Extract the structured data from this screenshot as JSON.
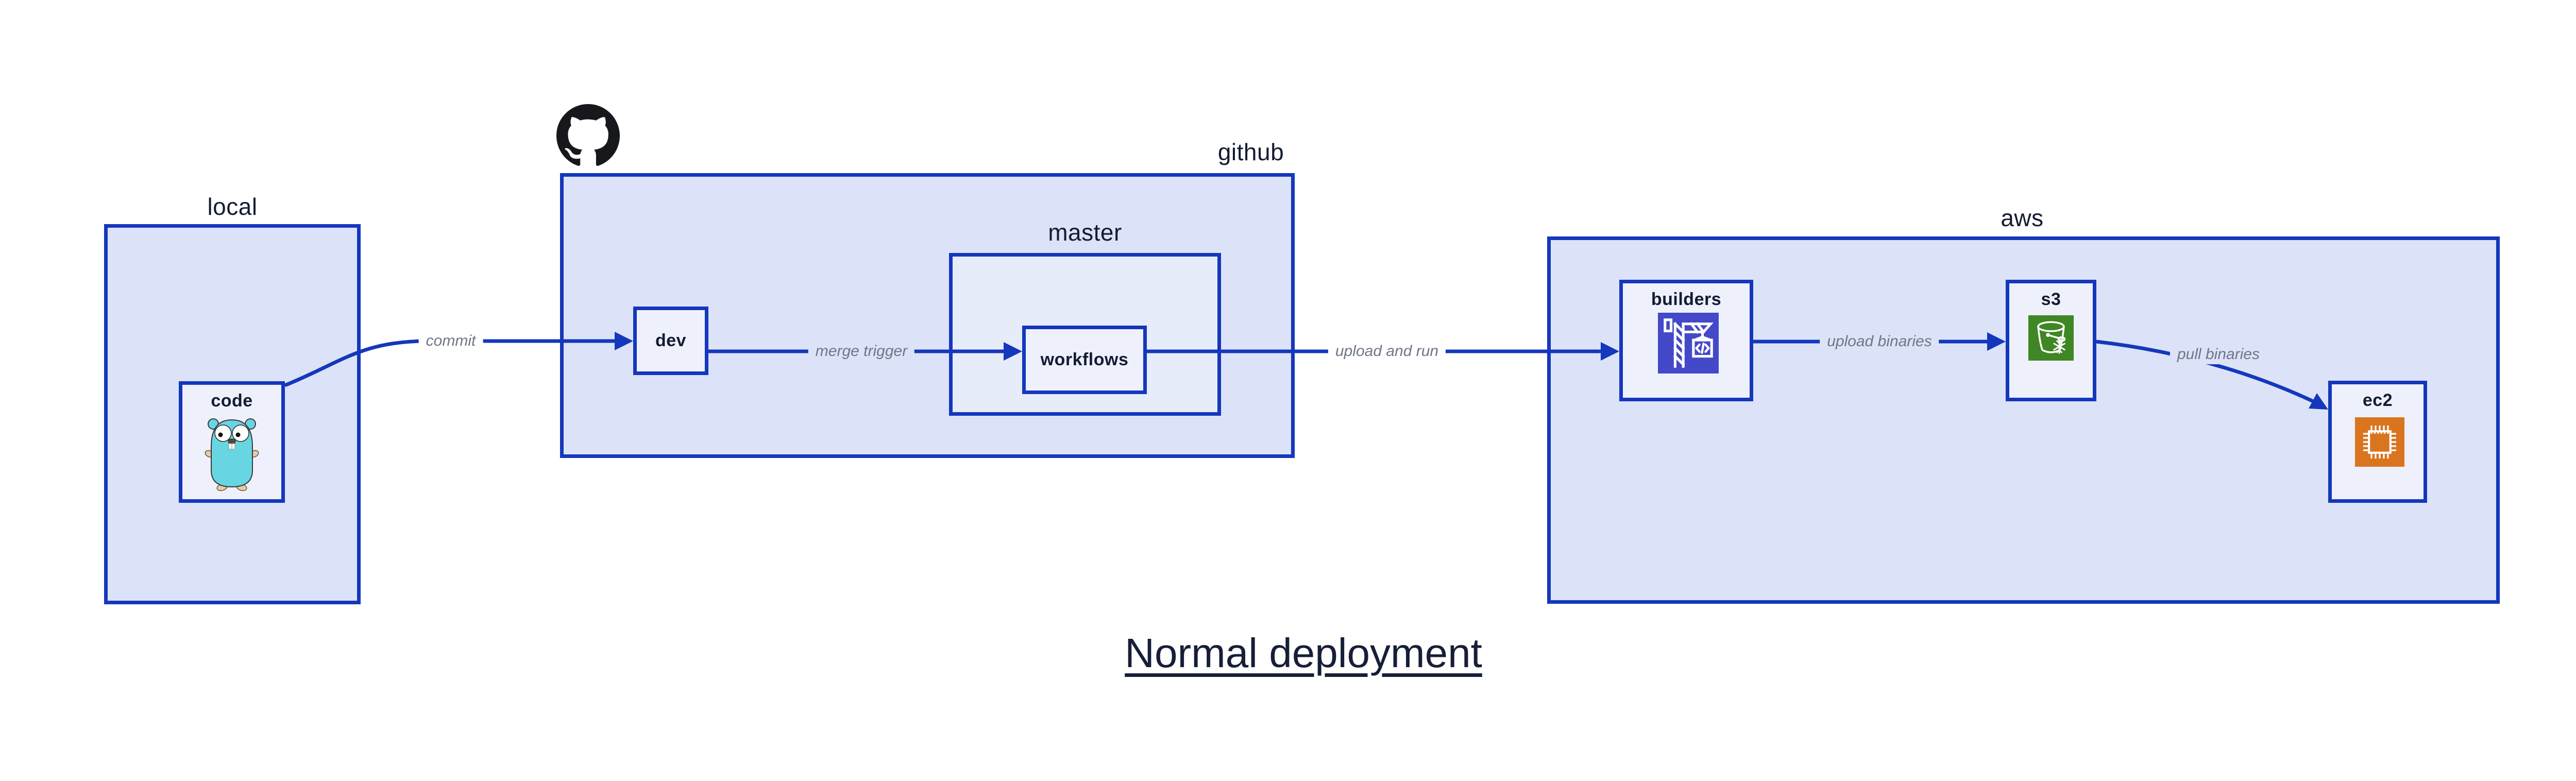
{
  "title": {
    "text": "Normal deployment"
  },
  "containers": {
    "local": {
      "label": "local"
    },
    "github": {
      "label": "github"
    },
    "master": {
      "label": "master"
    },
    "aws": {
      "label": "aws"
    }
  },
  "nodes": {
    "code": {
      "label": "code",
      "icon": "go-gopher-icon"
    },
    "dev": {
      "label": "dev"
    },
    "workflows": {
      "label": "workflows"
    },
    "builders": {
      "label": "builders",
      "icon": "crane-codebuild-icon"
    },
    "s3": {
      "label": "s3",
      "icon": "s3-bucket-icon"
    },
    "ec2": {
      "label": "ec2",
      "icon": "ec2-chip-icon"
    }
  },
  "edges": {
    "commit": {
      "label": "commit",
      "from": "code",
      "to": "dev"
    },
    "merge_trigger": {
      "label": "merge trigger",
      "from": "dev",
      "to": "workflows"
    },
    "upload_and_run": {
      "label": "upload and run",
      "from": "workflows",
      "to": "builders"
    },
    "upload_binaries": {
      "label": "upload binaries",
      "from": "builders",
      "to": "s3"
    },
    "pull_binaries": {
      "label": "pull binaries",
      "from": "s3",
      "to": "ec2"
    }
  },
  "logos": {
    "github_mark": "github-octocat-icon"
  },
  "colors": {
    "border_and_arrows": "#1437bc",
    "container_fill": "#dce3f8",
    "nested_fill": "#e7ecfb",
    "node_fill": "#eef1fc",
    "label_navy": "#141c33",
    "edge_label_gray": "#6f7687",
    "builders_icon_bg": "#4349c8",
    "s3_icon_bg": "#3f8624",
    "ec2_icon_bg": "#d9751f",
    "gopher_teal": "#68d5e2",
    "github_logo": "#17181c"
  }
}
